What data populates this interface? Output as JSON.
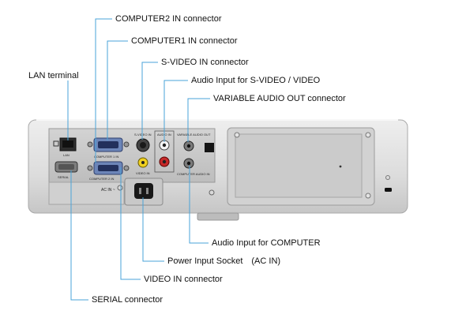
{
  "labels": {
    "computer2_in": "COMPUTER2 IN connector",
    "computer1_in": "COMPUTER1 IN connector",
    "s_video_in": "S-VIDEO IN connector",
    "audio_svideo_video": "Audio Input for S-VIDEO / VIDEO",
    "variable_audio_out": "VARIABLE AUDIO OUT connector",
    "lan_terminal": "LAN terminal",
    "audio_computer": "Audio Input for COMPUTER",
    "power_input": "Power Input Socket　(AC IN)",
    "video_in": "VIDEO IN connector",
    "serial": "SERIAL connector"
  },
  "panel_markings": {
    "lan": "LAN",
    "serial": "SERIAL",
    "computer1_in": "COMPUTER 1 IN",
    "computer2_in": "COMPUTER 2 IN",
    "s_video_in": "S-VIDEO IN",
    "video_in": "VIDEO IN",
    "audio_in_top": "AUDIO IN",
    "variable_audio_out": "VARIABLE AUDIO OUT",
    "computer_audio_in": "COMPUTER AUDIO IN",
    "ac_in": "AC IN ~"
  },
  "colors": {
    "leader_line": "#4aa3d8"
  }
}
